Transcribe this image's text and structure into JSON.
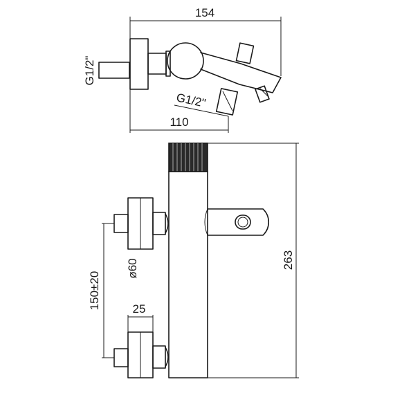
{
  "dimensions": {
    "top_width": "154",
    "depth": "110",
    "thread_inlet": "G1/2\"",
    "thread_outlet": "G1/2\"",
    "height": "263",
    "centers": "150±20",
    "flange_diameter": "ø60",
    "eccentric_length": "25"
  },
  "colors": {
    "line": "#1a1a1a",
    "background": "#ffffff"
  }
}
